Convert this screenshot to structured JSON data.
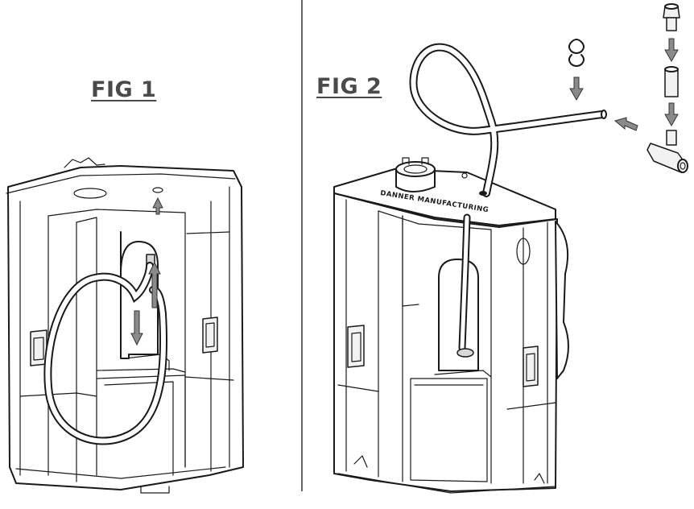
{
  "figures": [
    {
      "label": "FIG 1"
    },
    {
      "label": "FIG 2"
    }
  ],
  "imprint_text": "DANNER MANUFACTURING",
  "colors": {
    "line": "#1a1a1a",
    "arrow": "#8a8a8a",
    "label": "#4a4a4a"
  }
}
